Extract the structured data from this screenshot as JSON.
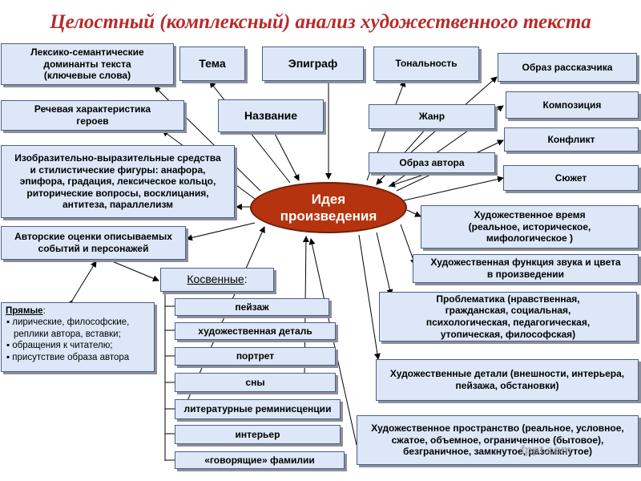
{
  "title": "Целостный (комплексный) анализ художественного текста",
  "center_line1": "Идея",
  "center_line2": "произведения",
  "boxes": {
    "leksiko": "Лексико-семантические\nдоминанты текста\n(ключевые слова)",
    "tema": "Тема",
    "epigraf": "Эпиграф",
    "tonalnost": "Тональность",
    "obraz_rasskazchika": "Образ рассказчика",
    "rechevaya": "Речевая характеристика\nгероев",
    "nazvanie": "Название",
    "zhanr": "Жанр",
    "kompoziciya": "Композиция",
    "konflikt": "Конфликт",
    "izobrazitelnye": "Изобразительно-выразительные средства\nи стилистические фигуры: анафора,\nэпифора, градация, лексическое кольцо,\nриторические вопросы, восклицания,\nантитеза, параллелизм",
    "obraz_avtora": "Образ автора",
    "syuzhet": "Сюжет",
    "hud_vremya": "Художественное время\n(реальное, историческое,\nмифологическое )",
    "avtorskie": "Авторские оценки описываемых\nсобытий и персонажей",
    "hud_funkciya": "Художественная функция звука и цвета\nв произведении",
    "kosvennye": "Косвенные",
    "problematika": "Проблематика (нравственная,\nгражданская, социальная,\nпсихологическая, педагогическая,\nутопическая, философская)",
    "peyzazh": "пейзаж",
    "hud_detal": "художественная деталь",
    "portret": "портрет",
    "sny": "сны",
    "hud_detali_vneshnosti": "Художественные детали (внешности, интерьера,\nпейзажа, обстановки)",
    "lit_reminiscencii": "литературные реминисценции",
    "interer": "интерьер",
    "hud_prostranstvo": "Художественное пространство (реальное, условное,\nсжатое, объемное, ограниченное (бытовое),\nбезграничное, замкнутое, разомкнутое)",
    "govoryashchie": "«говорящие» фамилии"
  },
  "pryamye": {
    "header": "Прямые",
    "items": [
      "лирические, философские, реплики автора, вставки;",
      "обращения к читателю;",
      "присутствие образа автора"
    ]
  },
  "watermark": "fppt.com",
  "colors": {
    "box_fill": "#dde7f7",
    "center_fill": "#b5340f",
    "title": "#b82a2a"
  }
}
